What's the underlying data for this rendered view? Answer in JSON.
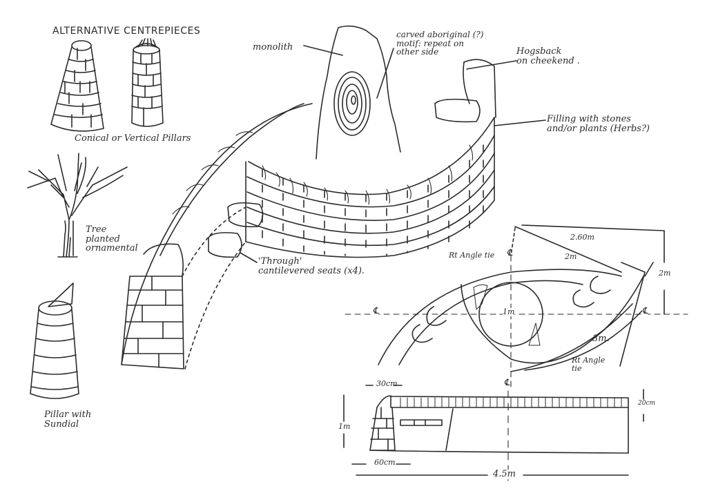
{
  "title": "ALTERNATIVE CENTREPIECES",
  "alternatives": {
    "pillars_label": "Conical or Vertical Pillars",
    "tree_label": "Tree\nplanted\nornamental",
    "sundial_label": "Pillar with\nSundial"
  },
  "main_sketch": {
    "monolith_label": "monolith",
    "motif_label": "carved aboriginal (?)\nmotif: repeat on\nother side",
    "hogsback_label": "Hogsback\non cheekend .",
    "filling_label": "Filling with stones\nand/or plants (Herbs?)",
    "seats_label": "'Through'\ncantilevered seats (x4)."
  },
  "plan": {
    "dim_overall": "2.60m",
    "dim_radius": "2m",
    "dim_height": "2m",
    "dim_circle": "1m",
    "dim_outer": "3m.",
    "centreline_symbol": "℄",
    "tie_label_top": "Rt Angle tie",
    "tie_label_bottom": "Rt Angle\ntie"
  },
  "elevation": {
    "dim_top_width": "30cm",
    "dim_height": "1m",
    "dim_base_width": "60cm",
    "dim_coping": "20cm",
    "dim_length": "4.5m",
    "centreline_symbol": "℄"
  },
  "colors": {
    "ink": "#2a2a2a",
    "paper": "#ffffff"
  }
}
